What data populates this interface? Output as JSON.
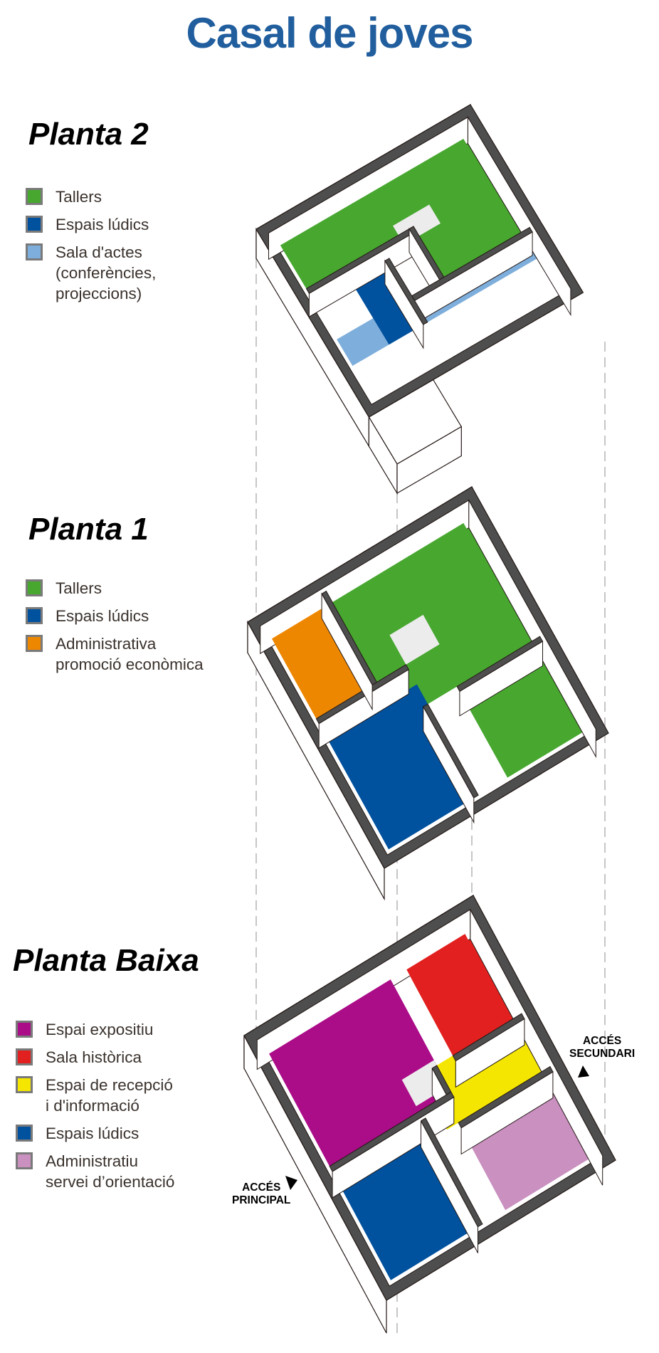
{
  "title": "Casal de joves",
  "colors": {
    "title": "#215e9e",
    "wall_top": "#4d4e4d",
    "wall_side": "#ffffff",
    "outline": "#231815",
    "dash": "#b4b4b4"
  },
  "floors": [
    {
      "id": "planta-2",
      "title": "Planta 2",
      "legend": [
        {
          "label": "Tallers",
          "color": "#47a72f"
        },
        {
          "label": "Espais lúdics",
          "color": "#00519e"
        },
        {
          "label": "Sala d'actes\n(conferències,\nprojeccions)",
          "color": "#7eaedb"
        }
      ],
      "geometry": {
        "T": [
          661,
          147
        ],
        "R": [
          859,
          477
        ],
        "L": [
          360,
          322
        ],
        "h": 41
      },
      "rooms": [
        {
          "name": "tallers-room",
          "color": "#47a72f",
          "uv": [
            [
              0.05,
              0.05
            ],
            [
              0.62,
              0.05
            ],
            [
              0.62,
              0.45
            ],
            [
              0.35,
              0.45
            ],
            [
              0.35,
              0.95
            ],
            [
              0.05,
              0.95
            ]
          ]
        },
        {
          "name": "sala-actes-room",
          "color": "#7eaedb",
          "uv": [
            [
              0.62,
              0.05
            ],
            [
              0.76,
              0.05
            ],
            [
              0.76,
              0.95
            ],
            [
              0.62,
              0.95
            ]
          ]
        },
        {
          "name": "espais-ludics-room",
          "color": "#00519e",
          "uv": [
            [
              0.42,
              0.6
            ],
            [
              0.76,
              0.6
            ],
            [
              0.76,
              0.78
            ],
            [
              0.42,
              0.78
            ]
          ]
        },
        {
          "name": "stairs",
          "color": "#ececec",
          "uv": [
            [
              0.3,
              0.35
            ],
            [
              0.4,
              0.35
            ],
            [
              0.4,
              0.52
            ],
            [
              0.3,
              0.52
            ]
          ]
        }
      ],
      "outer_u": 0.8
    },
    {
      "id": "planta-1",
      "title": "Planta 1",
      "legend": [
        {
          "label": "Tallers",
          "color": "#47a72f"
        },
        {
          "label": "Espais lúdics",
          "color": "#00519e"
        },
        {
          "label": "Administrativa\npromoció econòmica",
          "color": "#ee8700"
        }
      ],
      "geometry": {
        "T": [
          663,
          684
        ],
        "R": [
          855,
          1030
        ],
        "L": [
          348,
          874
        ],
        "h": 43
      },
      "rooms": [
        {
          "name": "tallers-room",
          "color": "#47a72f",
          "uv": [
            [
              0.05,
              0.05
            ],
            [
              0.95,
              0.05
            ],
            [
              0.95,
              0.42
            ],
            [
              0.58,
              0.42
            ],
            [
              0.58,
              0.68
            ],
            [
              0.05,
              0.68
            ]
          ]
        },
        {
          "name": "espais-ludics-room",
          "color": "#00519e",
          "uv": [
            [
              0.5,
              0.55
            ],
            [
              0.95,
              0.55
            ],
            [
              0.95,
              0.95
            ],
            [
              0.5,
              0.95
            ]
          ]
        },
        {
          "name": "administrativa-room",
          "color": "#ee8700",
          "uv": [
            [
              0.05,
              0.68
            ],
            [
              0.42,
              0.68
            ],
            [
              0.42,
              0.95
            ],
            [
              0.05,
              0.95
            ]
          ]
        },
        {
          "name": "stairs",
          "color": "#ececec",
          "uv": [
            [
              0.3,
              0.4
            ],
            [
              0.42,
              0.4
            ],
            [
              0.42,
              0.55
            ],
            [
              0.3,
              0.55
            ]
          ]
        }
      ],
      "outer_u": 1.0
    },
    {
      "id": "planta-baixa",
      "title": "Planta Baixa",
      "legend": [
        {
          "label": "Espai expositiu",
          "color": "#ab0c88"
        },
        {
          "label": "Sala històrica",
          "color": "#e2201f"
        },
        {
          "label": "Espai de recepció\ni d'informació",
          "color": "#f4e600"
        },
        {
          "label": "Espais lúdics",
          "color": "#00519e"
        },
        {
          "label": "Administratiu\nservei d’orientació",
          "color": "#c990c0"
        }
      ],
      "geometry": {
        "T": [
          665,
          1258
        ],
        "R": [
          865,
          1630
        ],
        "L": [
          343,
          1455
        ],
        "h": 46
      },
      "rooms": [
        {
          "name": "sala-historica-room",
          "color": "#e2201f",
          "uv": [
            [
              0.05,
              0.05
            ],
            [
              0.42,
              0.05
            ],
            [
              0.42,
              0.35
            ],
            [
              0.05,
              0.35
            ]
          ]
        },
        {
          "name": "espai-expositiu-room",
          "color": "#ab0c88",
          "uv": [
            [
              0.05,
              0.42
            ],
            [
              0.52,
              0.42
            ],
            [
              0.52,
              0.95
            ],
            [
              0.05,
              0.95
            ]
          ]
        },
        {
          "name": "espai-recepcio-room",
          "color": "#f4e600",
          "uv": [
            [
              0.42,
              0.05
            ],
            [
              0.62,
              0.05
            ],
            [
              0.62,
              0.5
            ],
            [
              0.52,
              0.5
            ],
            [
              0.52,
              0.42
            ],
            [
              0.42,
              0.42
            ]
          ]
        },
        {
          "name": "espais-ludics-room",
          "color": "#00519e",
          "uv": [
            [
              0.55,
              0.55
            ],
            [
              0.95,
              0.55
            ],
            [
              0.95,
              0.95
            ],
            [
              0.55,
              0.95
            ]
          ]
        },
        {
          "name": "administratiu-room",
          "color": "#c990c0",
          "uv": [
            [
              0.62,
              0.05
            ],
            [
              0.95,
              0.05
            ],
            [
              0.95,
              0.45
            ],
            [
              0.62,
              0.45
            ]
          ]
        },
        {
          "name": "stairs",
          "color": "#ececec",
          "uv": [
            [
              0.4,
              0.42
            ],
            [
              0.5,
              0.42
            ],
            [
              0.5,
              0.56
            ],
            [
              0.4,
              0.56
            ]
          ]
        }
      ],
      "outer_u": 1.0
    }
  ],
  "access_labels": {
    "principal": "ACCÉS\nPRINCIPAL",
    "secundari": "ACCÉS\nSECUNDARI"
  }
}
